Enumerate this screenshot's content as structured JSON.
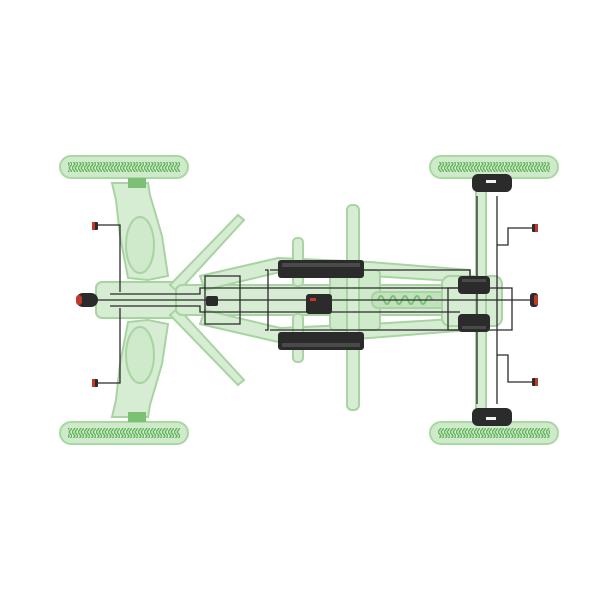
{
  "diagram": {
    "colors": {
      "background": "#ffffff",
      "frame_fill": "#d6ecd3",
      "frame_stroke": "#a8d4a2",
      "frame_dark": "#7cc076",
      "wheel_fill": "#cfe9cb",
      "wheel_tread": "#62b45a",
      "wheel_stripe": "#a9d8a3",
      "wire": "#2a2a2a",
      "component_dark": "#2b2b2b",
      "component_mid": "#4a4a4a",
      "connector_red": "#c0392b",
      "connector_white": "#f2f2f2"
    },
    "icons": {
      "wheel": "tire-top-view-icon",
      "battery": "battery-pack-icon",
      "motor_unit": "motor-unit-icon",
      "controller": "controller-box-icon",
      "connector": "wire-connector-icon",
      "light": "light-pod-icon"
    },
    "components": {
      "wheels": [
        {
          "id": "wheel-front-left"
        },
        {
          "id": "wheel-front-right"
        },
        {
          "id": "wheel-rear-left"
        },
        {
          "id": "wheel-rear-right"
        }
      ],
      "batteries": [
        {
          "id": "battery-upper"
        },
        {
          "id": "battery-lower"
        }
      ],
      "motor_units": [
        {
          "id": "motor-unit-upper"
        },
        {
          "id": "motor-unit-lower"
        },
        {
          "id": "hub-unit-top"
        },
        {
          "id": "hub-unit-bottom"
        }
      ],
      "controllers": [
        {
          "id": "controller-main"
        },
        {
          "id": "controller-front"
        }
      ],
      "connectors": [
        {
          "id": "connector-front-top"
        },
        {
          "id": "connector-front-bottom"
        },
        {
          "id": "connector-rear-top"
        },
        {
          "id": "connector-rear-bottom"
        },
        {
          "id": "light-front"
        },
        {
          "id": "light-rear"
        }
      ]
    }
  }
}
